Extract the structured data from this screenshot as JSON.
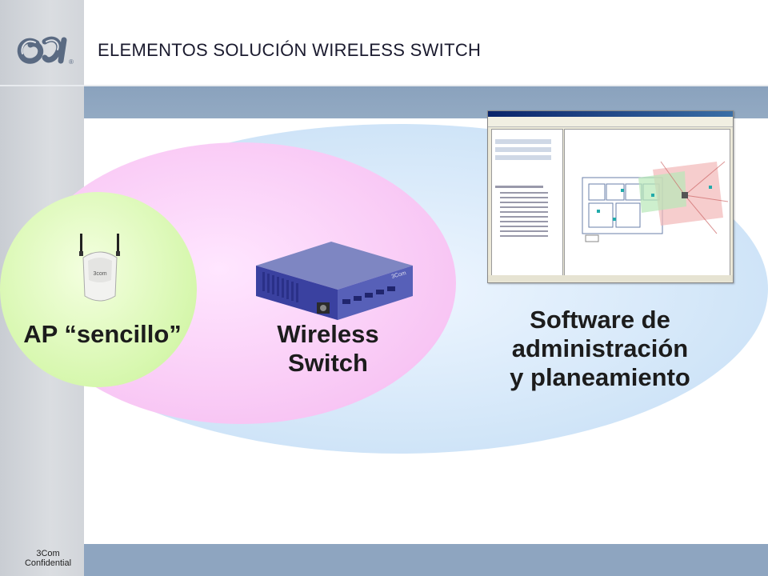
{
  "slide": {
    "title": "ELEMENTOS SOLUCIÓN WIRELESS SWITCH",
    "footer_line1": "3Com",
    "footer_line2": "Confidential"
  },
  "diagram": {
    "inner_label": "AP “sencillo”",
    "middle_label_line1": "Wireless",
    "middle_label_line2": "Switch",
    "outer_label_line1": "Software de",
    "outer_label_line2": "administración",
    "outer_label_line3": "y planeamiento",
    "ap_device_brand": "3com",
    "ellipse_colors": {
      "outer": "#cde3f7",
      "middle": "#f8c6f4",
      "inner": "#d6f7ad"
    }
  },
  "icons": {
    "logo": "3com-logo-icon",
    "access_point": "access-point-icon",
    "switch": "wireless-switch-icon",
    "software": "software-screenshot"
  }
}
